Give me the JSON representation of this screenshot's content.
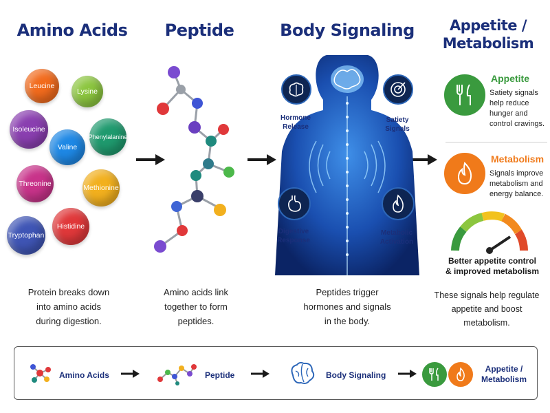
{
  "columns": {
    "amino": {
      "title": "Amino Acids",
      "desc": [
        "Protein breaks down",
        "into amino acids",
        "during digestion."
      ]
    },
    "peptide": {
      "title": "Peptide",
      "desc": [
        "Amino acids link",
        "together to form",
        "peptides."
      ]
    },
    "signaling": {
      "title": "Body Signaling",
      "desc": [
        "Peptides trigger",
        "hormones and signals",
        "in the body."
      ]
    },
    "appetite": {
      "title_line1": "Appetite /",
      "title_line2": "Metabolism",
      "desc": [
        "These signals help regulate",
        "appetite and boost",
        "metabolism."
      ]
    }
  },
  "amino_acids": [
    {
      "name": "Leucine",
      "color": "#f26b1d"
    },
    {
      "name": "Lysine",
      "color": "#8cc63f"
    },
    {
      "name": "Isoleucine",
      "color": "#8a3fb0"
    },
    {
      "name": "Valine",
      "color": "#1e88e5"
    },
    {
      "name": "Phenylalanine",
      "color": "#1f9a6e"
    },
    {
      "name": "Threonine",
      "color": "#c8338a"
    },
    {
      "name": "Methionine",
      "color": "#f2b01e"
    },
    {
      "name": "Histidine",
      "color": "#e0383a"
    },
    {
      "name": "Tryptophan",
      "color": "#3f55b5"
    }
  ],
  "signals": {
    "hormone": [
      "Hormone",
      "Release"
    ],
    "satiety": [
      "Satiety",
      "Signals"
    ],
    "digestive": [
      "Digestive",
      "Response"
    ],
    "metabolic": [
      "Metabolic",
      "Activation"
    ]
  },
  "appetite": {
    "heading": "Appetite",
    "text": [
      "Satiety signals",
      "help reduce",
      "hunger and",
      "control cravings."
    ],
    "color": "#3a9a3e"
  },
  "metabolism": {
    "heading": "Metabolism",
    "text": [
      "Signals improve",
      "metabolism and",
      "energy balance."
    ],
    "color": "#f07a1a"
  },
  "gauge": {
    "caption_line1": "Better appetite control",
    "caption_line2": "& improved metabolism"
  },
  "flow": {
    "amino": "Amino Acids",
    "peptide": "Peptide",
    "signaling": "Body Signaling",
    "appetite_line1": "Appetite /",
    "appetite_line2": "Metabolism"
  },
  "colors": {
    "title_blue": "#1b2f7a",
    "arrow": "#1a1a1a"
  }
}
